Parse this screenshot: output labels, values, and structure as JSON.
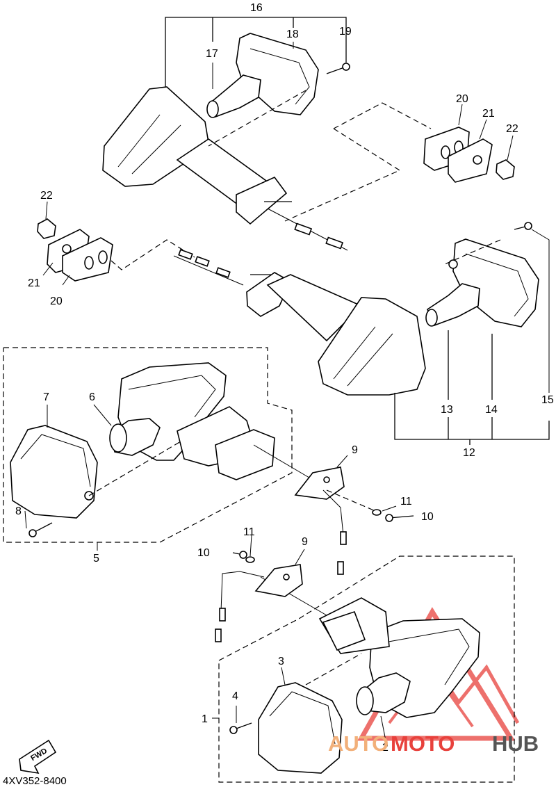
{
  "diagram": {
    "code": "4XV352-8400",
    "fwd_label": "FWD",
    "callouts": {
      "c1": "1",
      "c2": "2",
      "c3": "3",
      "c4": "4",
      "c5": "5",
      "c6": "6",
      "c7": "7",
      "c8": "8",
      "c9a": "9",
      "c9b": "9",
      "c10a": "10",
      "c10b": "10",
      "c11a": "11",
      "c11b": "11",
      "c12": "12",
      "c13": "13",
      "c14": "14",
      "c15": "15",
      "c16": "16",
      "c17": "17",
      "c18": "18",
      "c19": "19",
      "c20a": "20",
      "c20b": "20",
      "c21a": "21",
      "c21b": "21",
      "c22a": "22",
      "c22b": "22"
    }
  },
  "watermark": {
    "part1": "AUTO",
    "part2": "MOTO",
    "part3": "HUB",
    "colors": {
      "red": "#e8413c",
      "orange": "#f2b07a",
      "gray": "#555555"
    }
  }
}
